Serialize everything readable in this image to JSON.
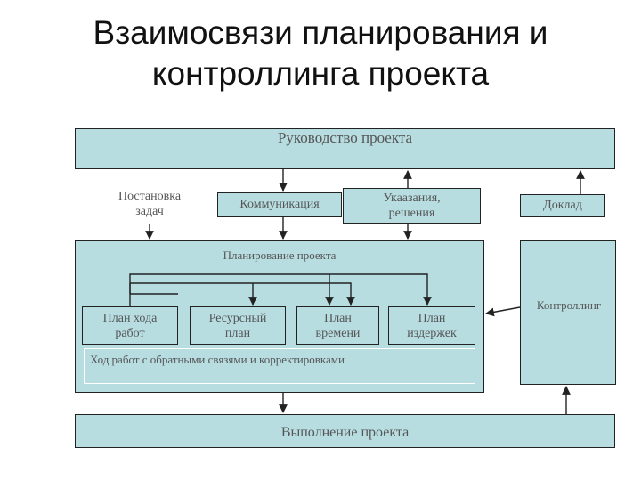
{
  "title": {
    "line1": "Взаимосвязи планирования и",
    "line2": "контроллинга проекта"
  },
  "boxes": {
    "management": "Руководство проекта",
    "task_setting": {
      "line1": "Постановка",
      "line2": "задач"
    },
    "communication": "Коммуникация",
    "instructions": {
      "line1": "Укаазания,",
      "line2": "решения"
    },
    "report": "Доклад",
    "planning": "Планирование проекта",
    "work_plan": {
      "line1": "План хода",
      "line2": "работ"
    },
    "resource_plan": {
      "line1": "Ресурсный",
      "line2": "план"
    },
    "time_plan": {
      "line1": "План",
      "line2": "времени"
    },
    "cost_plan": {
      "line1": "План",
      "line2": "издержек"
    },
    "work_progress": "Ход работ с обратными связями и корректировками",
    "controlling": "Контроллинг",
    "execution": "Выполнение проекта"
  },
  "colors": {
    "box_fill": "#b7dde1",
    "border": "#222222",
    "text": "#555555"
  }
}
